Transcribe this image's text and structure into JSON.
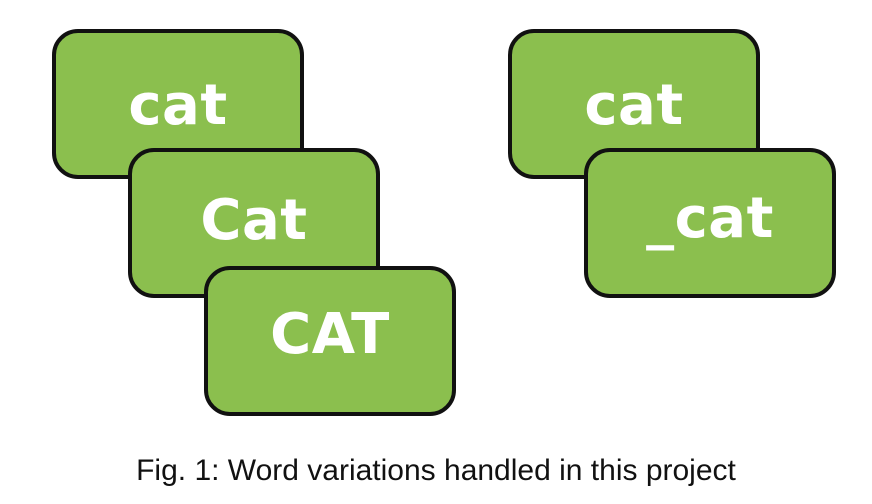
{
  "colors": {
    "card_fill": "#8bbf4e",
    "card_border": "#111111",
    "card_text": "#ffffff",
    "caption_text": "#111111"
  },
  "groups": [
    {
      "cards": [
        {
          "label": "cat"
        },
        {
          "label": "Cat"
        },
        {
          "label": "CAT"
        }
      ]
    },
    {
      "cards": [
        {
          "label": "cat"
        },
        {
          "label": "_cat"
        }
      ]
    }
  ],
  "caption": "Fig. 1: Word variations handled in this project"
}
